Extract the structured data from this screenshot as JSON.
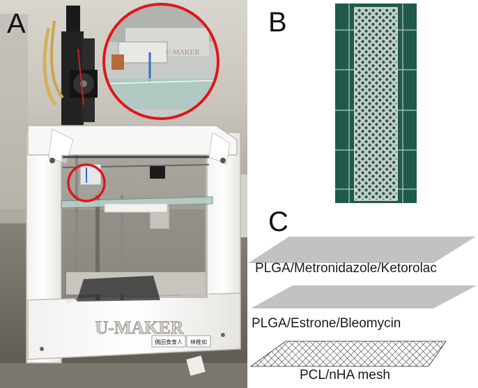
{
  "panels": {
    "a": {
      "label": "A",
      "brand_text": "U-MAKER",
      "sticker_left": "偶因食食人",
      "sticker_right": "林稚如"
    },
    "b": {
      "label": "B"
    },
    "c": {
      "label": "C",
      "layers": {
        "top": "PLGA/Metronidazole/Ketorolac",
        "middle": "PLGA/Estrone/Bleomycin",
        "bottom": "PCL/nHA mesh"
      }
    }
  },
  "colors": {
    "callout_ring": "#e0161b",
    "cutting_mat": "#1f5a4a",
    "layer_fill": "#c2c2c2"
  }
}
